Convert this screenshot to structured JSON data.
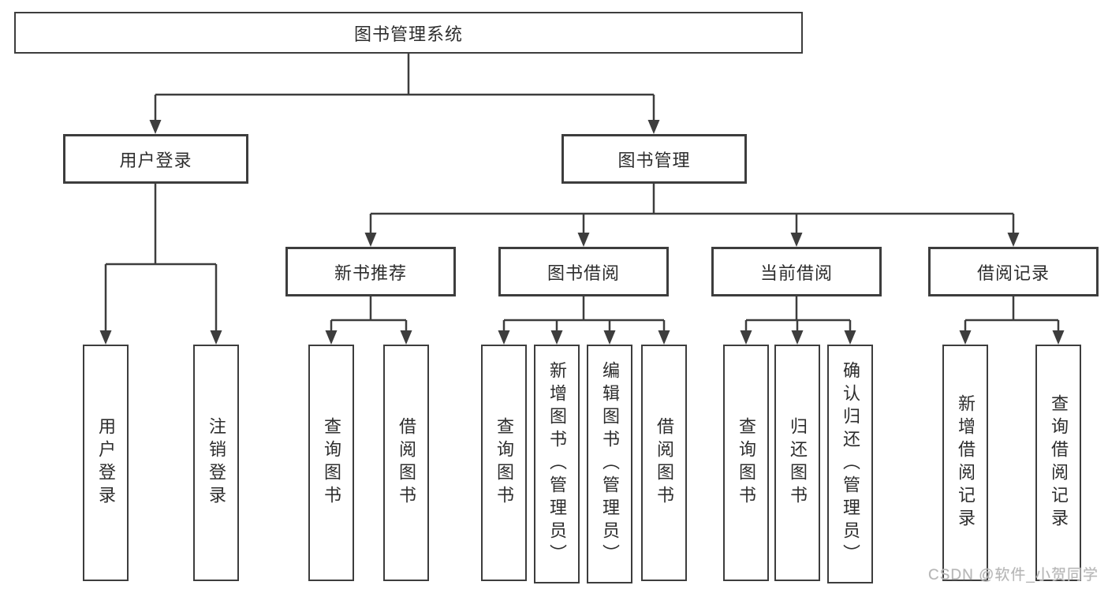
{
  "nodes": {
    "root": {
      "label": "图书管理系统"
    },
    "user_login": {
      "label": "用户登录"
    },
    "book_management": {
      "label": "图书管理"
    },
    "new_book_recommend": {
      "label": "新书推荐"
    },
    "book_borrow": {
      "label": "图书借阅"
    },
    "current_borrow": {
      "label": "当前借阅"
    },
    "borrow_record": {
      "label": "借阅记录"
    },
    "user_login_leaf": {
      "label": "用户登录"
    },
    "logout_leaf": {
      "label": "注销登录"
    },
    "rec_query_book": {
      "label": "查询图书"
    },
    "rec_borrow_book": {
      "label": "借阅图书"
    },
    "bb_query_book": {
      "label": "查询图书"
    },
    "bb_add_book": {
      "label": "新增图书（管理员）"
    },
    "bb_edit_book": {
      "label": "编辑图书（管理员）"
    },
    "bb_borrow_book": {
      "label": "借阅图书"
    },
    "cb_query_book": {
      "label": "查询图书"
    },
    "cb_return_book": {
      "label": "归还图书"
    },
    "cb_confirm_return": {
      "label": "确认归还（管理员）"
    },
    "br_add_record": {
      "label": "新增借阅记录"
    },
    "br_query_record": {
      "label": "查询借阅记录"
    }
  },
  "edges": [
    [
      "图书管理系统",
      "用户登录"
    ],
    [
      "图书管理系统",
      "图书管理"
    ],
    [
      "用户登录",
      "用户登录"
    ],
    [
      "用户登录",
      "注销登录"
    ],
    [
      "图书管理",
      "新书推荐"
    ],
    [
      "图书管理",
      "图书借阅"
    ],
    [
      "图书管理",
      "当前借阅"
    ],
    [
      "图书管理",
      "借阅记录"
    ],
    [
      "新书推荐",
      "查询图书"
    ],
    [
      "新书推荐",
      "借阅图书"
    ],
    [
      "图书借阅",
      "查询图书"
    ],
    [
      "图书借阅",
      "新增图书（管理员）"
    ],
    [
      "图书借阅",
      "编辑图书（管理员）"
    ],
    [
      "图书借阅",
      "借阅图书"
    ],
    [
      "当前借阅",
      "查询图书"
    ],
    [
      "当前借阅",
      "归还图书"
    ],
    [
      "当前借阅",
      "确认归还（管理员）"
    ],
    [
      "借阅记录",
      "新增借阅记录"
    ],
    [
      "借阅记录",
      "查询借阅记录"
    ]
  ],
  "watermark": {
    "text": "CSDN @软件_小贺同学"
  },
  "colors": {
    "line": "#3d3d3d",
    "text": "#2d2d2d",
    "box_background": "#ffffff",
    "watermark": "#b6b6b6"
  }
}
